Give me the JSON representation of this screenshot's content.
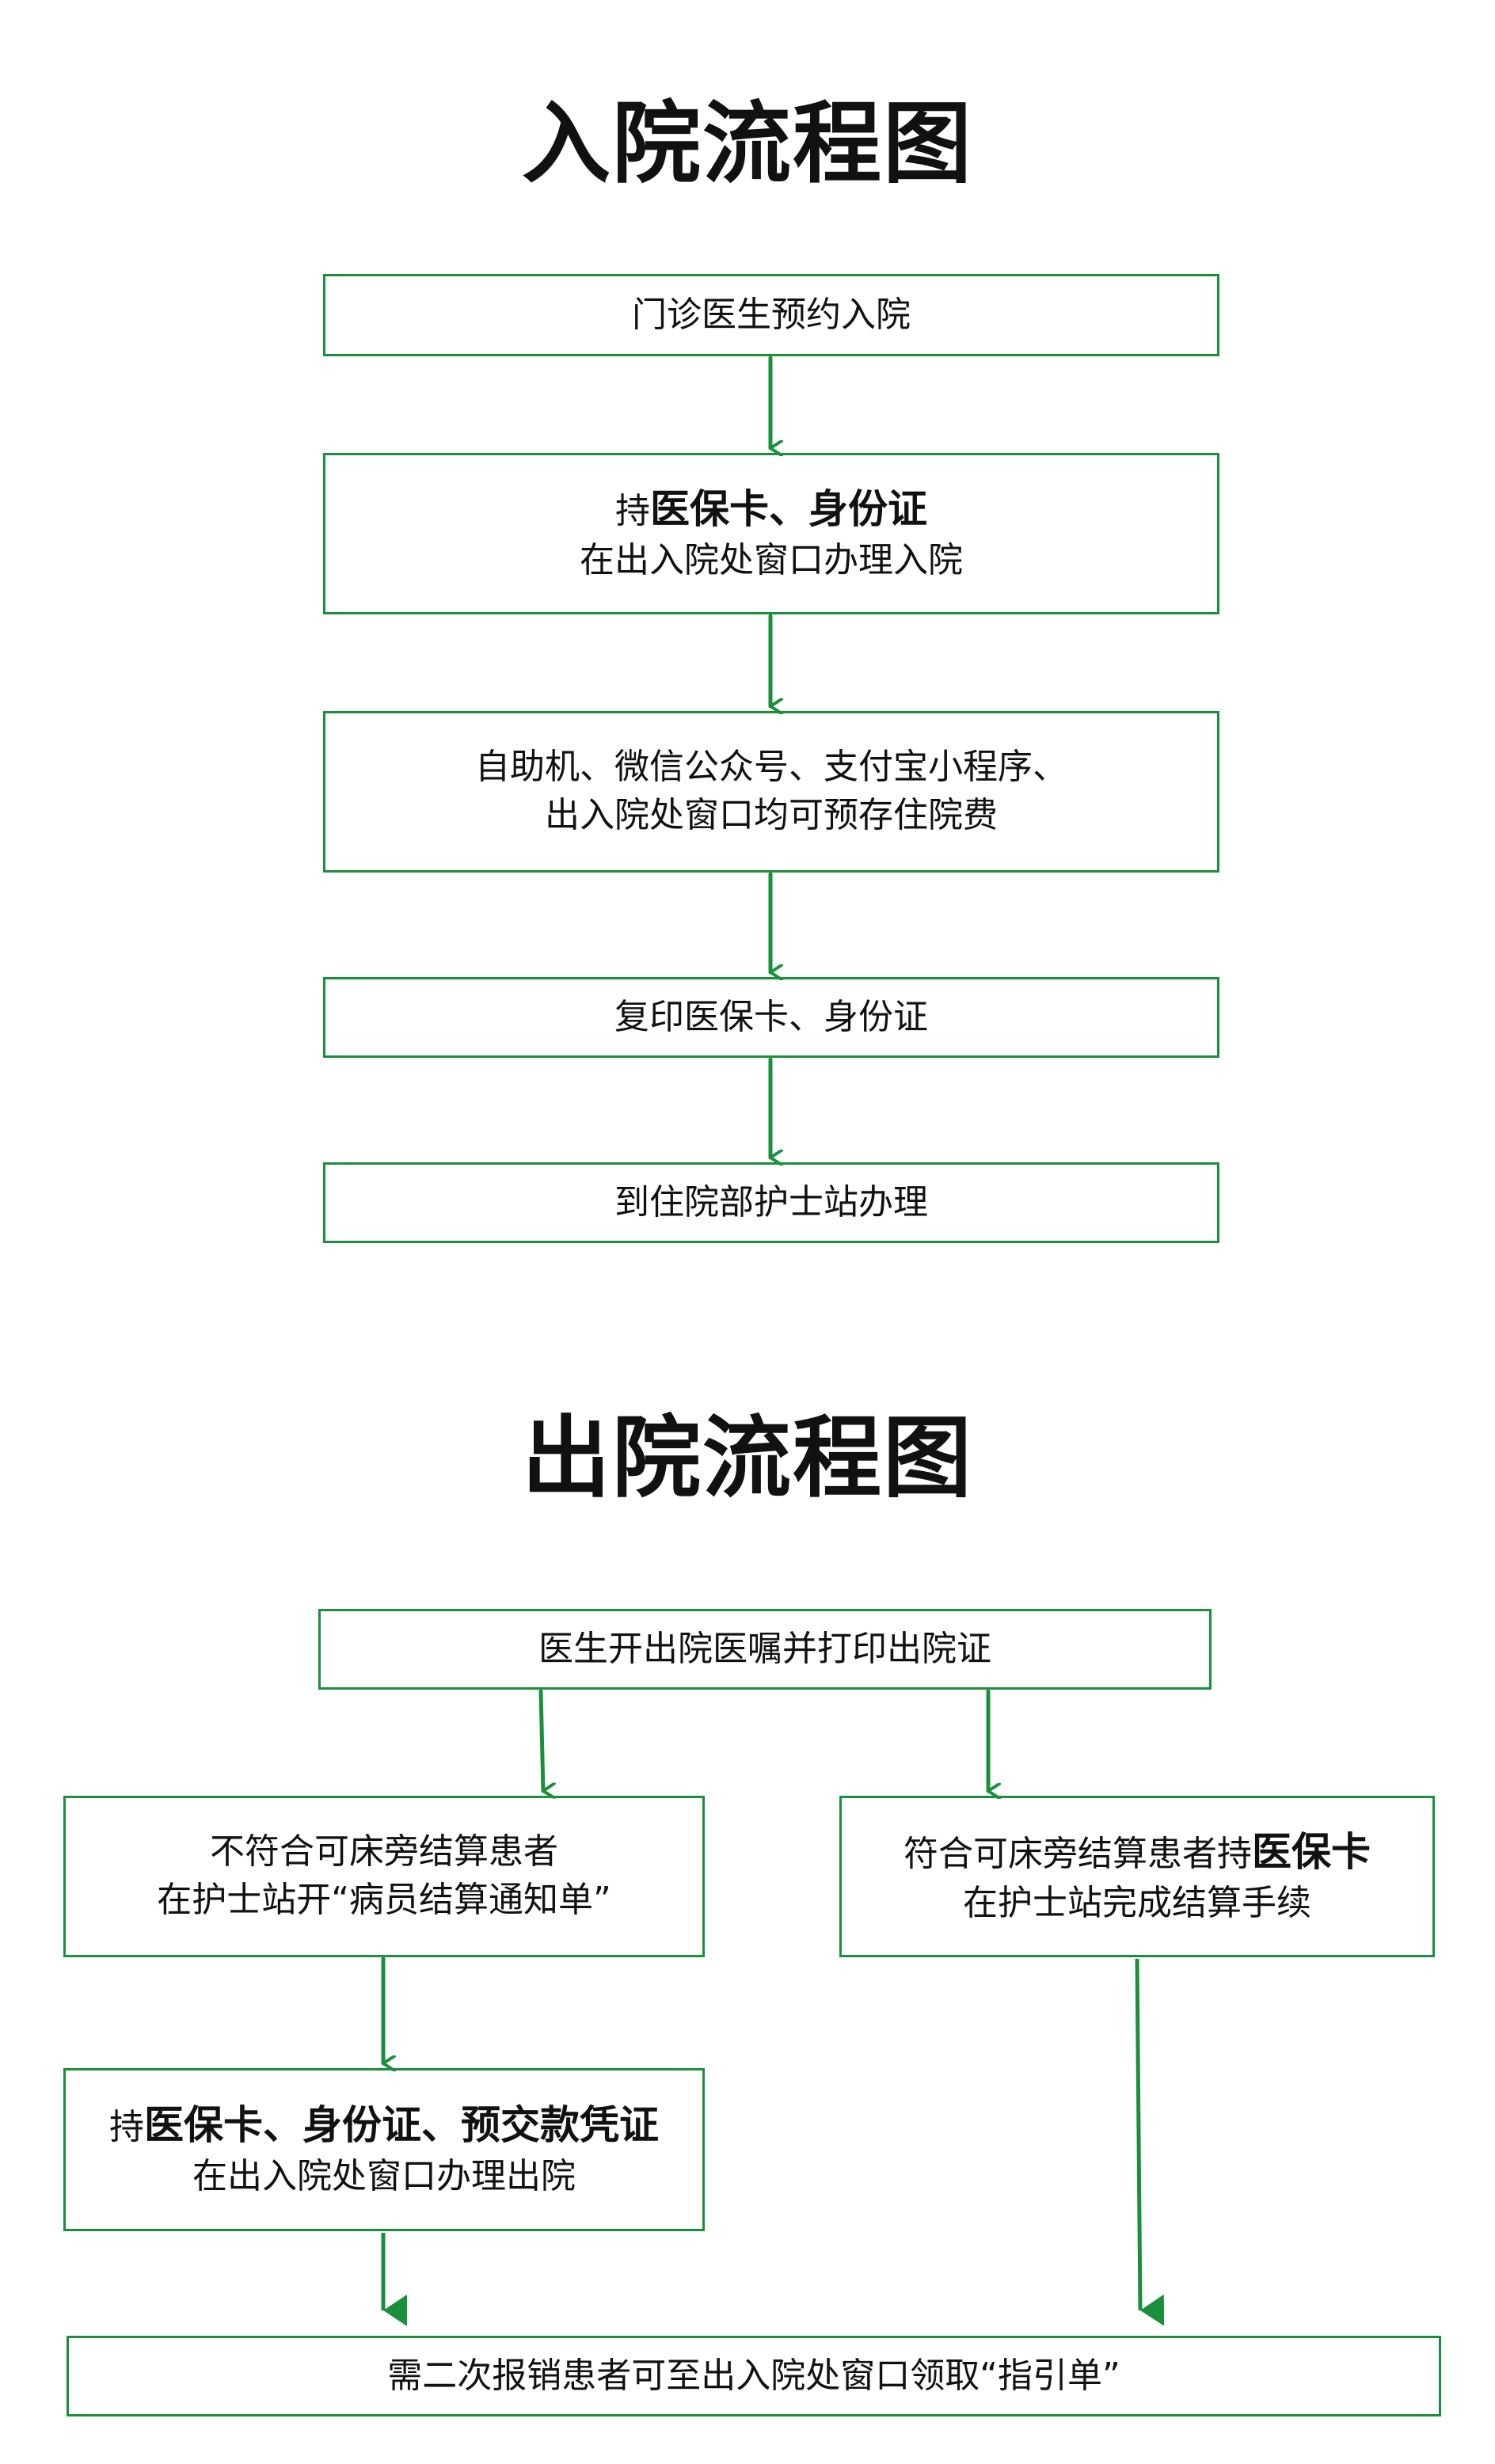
{
  "admission": {
    "title": "入院流程图",
    "steps": {
      "s1": "门诊医生预约入院",
      "s2_prefix": "持",
      "s2_bold": "医保卡、身份证",
      "s2_line2": "在出入院处窗口办理入院",
      "s3_line1": "自助机、微信公众号、支付宝小程序、",
      "s3_line2": "出入院处窗口均可预存住院费",
      "s4": "复印医保卡、身份证",
      "s5": "到住院部护士站办理"
    }
  },
  "discharge": {
    "title": "出院流程图",
    "steps": {
      "d1": "医生开出院医嘱并打印出院证",
      "d2_line1": "不符合可床旁结算患者",
      "d2_line2": "在护士站开“病员结算通知单”",
      "d3_prefix": "符合可床旁结算患者持",
      "d3_bold": "医保卡",
      "d3_line2": "在护士站完成结算手续",
      "d4_prefix": "持",
      "d4_bold": "医保卡、身份证、预交款凭证",
      "d4_line2": "在出入院处窗口办理出院",
      "d5": "需二次报销患者可至出入院处窗口领取“指引单”"
    }
  },
  "colors": {
    "accent": "#1a8f3c",
    "text": "#111111"
  }
}
